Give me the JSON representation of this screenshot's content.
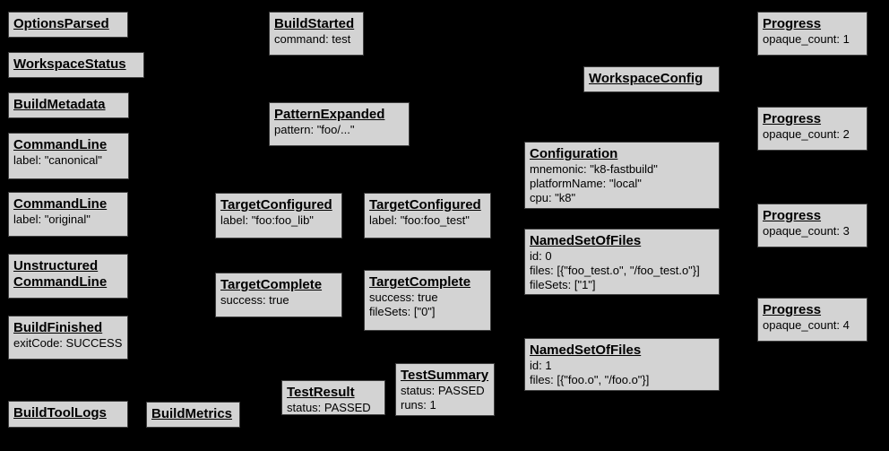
{
  "diagram": {
    "description": "Bazel Build Event Protocol event graph",
    "colors": {
      "background": "#000000",
      "node_fill": "#d3d3d3",
      "node_border": "#3f3f3f",
      "text": "#000000"
    },
    "nodes": {
      "options_parsed": {
        "title": "OptionsParsed"
      },
      "workspace_status": {
        "title": "WorkspaceStatus"
      },
      "build_metadata": {
        "title": "BuildMetadata"
      },
      "command_line_canonical": {
        "title": "CommandLine",
        "line1": "label: \"canonical\""
      },
      "command_line_original": {
        "title": "CommandLine",
        "line1": "label: \"original\""
      },
      "unstructured_command_line": {
        "title": "Unstructured",
        "title2": "CommandLine"
      },
      "build_finished": {
        "title": "BuildFinished",
        "line1": "exitCode: SUCCESS"
      },
      "build_tool_logs": {
        "title": "BuildToolLogs"
      },
      "build_metrics": {
        "title": "BuildMetrics"
      },
      "build_started": {
        "title": "BuildStarted",
        "line1": "command: test"
      },
      "pattern_expanded": {
        "title": "PatternExpanded",
        "line1": "pattern: \"foo/...\""
      },
      "target_configured_lib": {
        "title": "TargetConfigured",
        "line1": "label: \"foo:foo_lib\""
      },
      "target_configured_test": {
        "title": "TargetConfigured",
        "line1": "label: \"foo:foo_test\""
      },
      "target_complete_lib": {
        "title": "TargetComplete",
        "line1": "success: true"
      },
      "target_complete_test": {
        "title": "TargetComplete",
        "line1": "success: true",
        "line2": "fileSets: [\"0\"]"
      },
      "test_result": {
        "title": "TestResult",
        "line1": "status: PASSED"
      },
      "test_summary": {
        "title": "TestSummary",
        "line1": "status: PASSED",
        "line2": "runs: 1"
      },
      "workspace_config": {
        "title": "WorkspaceConfig"
      },
      "configuration": {
        "title": "Configuration",
        "line1": "mnemonic: \"k8-fastbuild\"",
        "line2": "platformName: \"local\"",
        "line3": "cpu: \"k8\""
      },
      "named_set_0": {
        "title": "NamedSetOfFiles",
        "line1": "id: 0",
        "line2": "files: [{\"foo_test.o\", \"/foo_test.o\"}]",
        "line3": "fileSets: [\"1\"]"
      },
      "named_set_1": {
        "title": "NamedSetOfFiles",
        "line1": "id: 1",
        "line2": "files: [{\"foo.o\", \"/foo.o\"}]"
      },
      "progress_1": {
        "title": "Progress",
        "line1": "opaque_count: 1"
      },
      "progress_2": {
        "title": "Progress",
        "line1": "opaque_count: 2"
      },
      "progress_3": {
        "title": "Progress",
        "line1": "opaque_count: 3"
      },
      "progress_4": {
        "title": "Progress",
        "line1": "opaque_count: 4"
      }
    }
  }
}
